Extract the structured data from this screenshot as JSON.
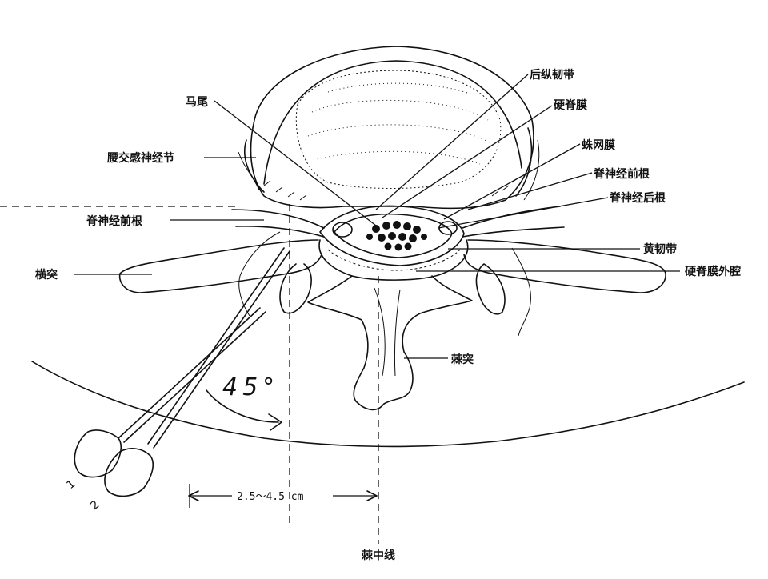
{
  "labels": {
    "cauda_equina": "马尾",
    "posterior_longitudinal_ligament": "后纵韧带",
    "dura_mater": "硬脊膜",
    "arachnoid": "蛛网膜",
    "anterior_root_right": "脊神经前根",
    "posterior_root": "脊神经后根",
    "lumbar_sympathetic_ganglion": "腰交感神经节",
    "anterior_root_left": "脊神经前根",
    "transverse_process": "横突",
    "ligamentum_flavum": "黄韧带",
    "epidural_space": "硬脊膜外腔",
    "spinous_process": "棘突",
    "spinous_midline": "棘中线"
  },
  "angle_label": "45°",
  "distance_label": "2.5～4.5 cm",
  "needle_labels": [
    "1",
    "2"
  ],
  "colors": {
    "ink": "#111111",
    "background": "#ffffff"
  }
}
